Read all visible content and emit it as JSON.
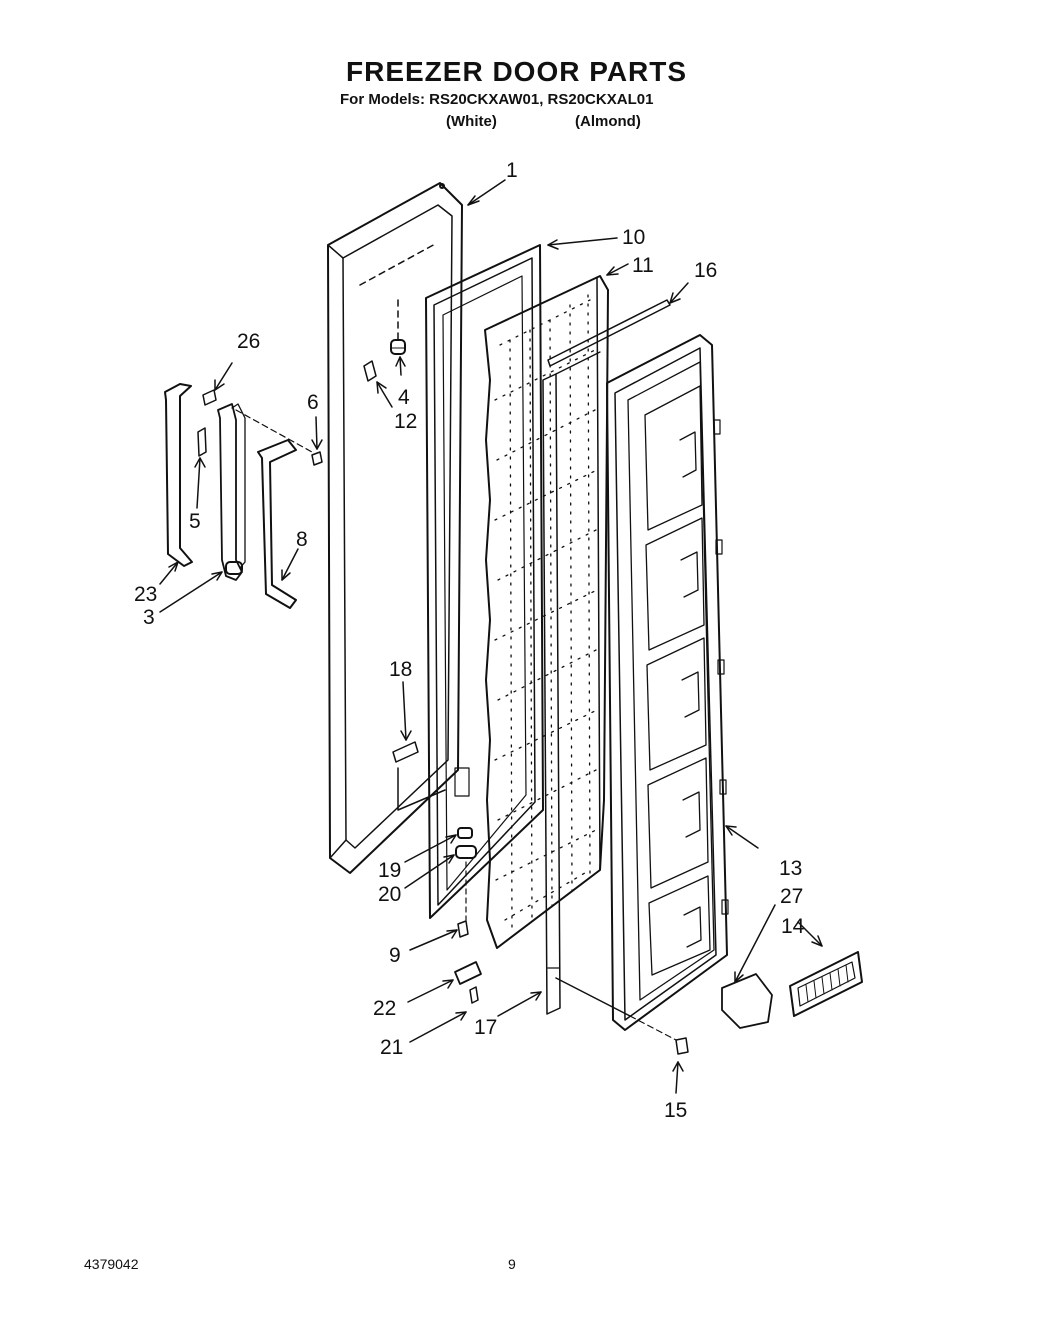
{
  "title": "FREEZER DOOR PARTS",
  "models_line": "For Models: RS20CKXAW01, RS20CKXAL01",
  "variants": [
    "(White)",
    "(Almond)"
  ],
  "callouts": [
    "1",
    "10",
    "11",
    "16",
    "26",
    "4",
    "12",
    "6",
    "5",
    "8",
    "23",
    "3",
    "18",
    "19",
    "20",
    "9",
    "22",
    "21",
    "17",
    "13",
    "27",
    "14",
    "15"
  ],
  "document_number": "4379042",
  "page_number": "9"
}
